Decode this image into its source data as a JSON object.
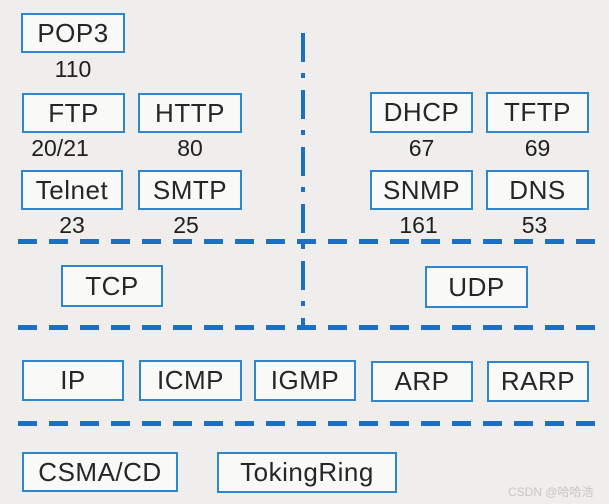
{
  "colors": {
    "background": "#efeeec",
    "box_border": "#2f86cc",
    "box_fill": "#f9f9f8",
    "label_text": "#262626",
    "divider_blue": "#1c6fc2",
    "watermark_gray": "#c9c5c2"
  },
  "diagram": {
    "application_layer": {
      "tcp_side": [
        {
          "protocol": "POP3",
          "port": "110"
        },
        {
          "protocol": "FTP",
          "port": "20/21"
        },
        {
          "protocol": "HTTP",
          "port": "80"
        },
        {
          "protocol": "Telnet",
          "port": "23"
        },
        {
          "protocol": "SMTP",
          "port": "25"
        }
      ],
      "udp_side": [
        {
          "protocol": "DHCP",
          "port": "67"
        },
        {
          "protocol": "TFTP",
          "port": "69"
        },
        {
          "protocol": "SNMP",
          "port": "161"
        },
        {
          "protocol": "DNS",
          "port": "53"
        }
      ]
    },
    "transport_layer": [
      {
        "protocol": "TCP"
      },
      {
        "protocol": "UDP"
      }
    ],
    "network_layer": [
      {
        "protocol": "IP"
      },
      {
        "protocol": "ICMP"
      },
      {
        "protocol": "IGMP"
      },
      {
        "protocol": "ARP"
      },
      {
        "protocol": "RARP"
      }
    ],
    "link_layer": [
      {
        "protocol": "CSMA/CD"
      },
      {
        "protocol": "TokingRing"
      }
    ]
  },
  "watermark": {
    "text": "CSDN @哈哈浩"
  }
}
